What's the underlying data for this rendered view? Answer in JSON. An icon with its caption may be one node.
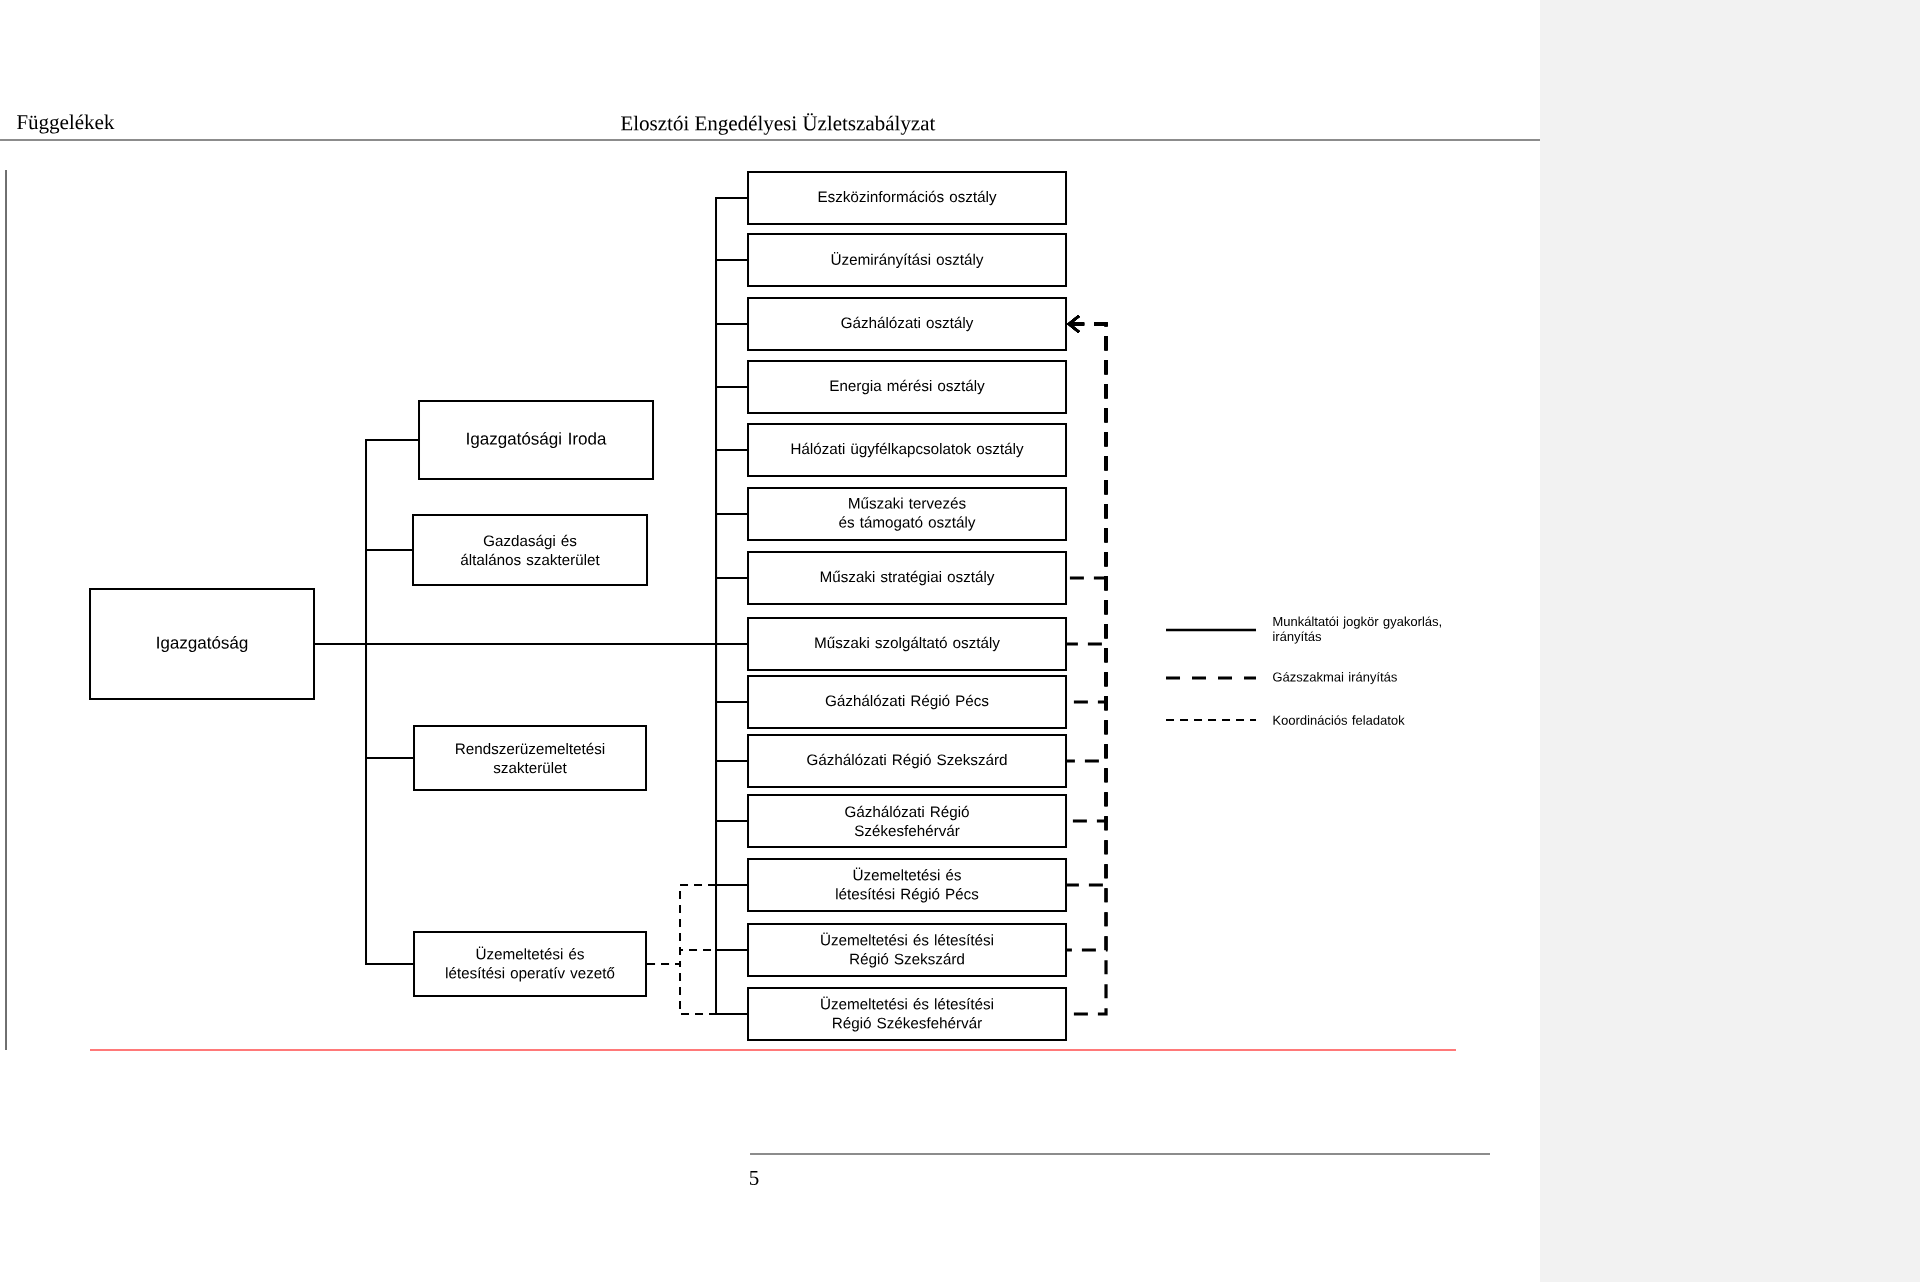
{
  "diagram": {
    "nodes": [
      {
        "text": [
          "Igazgatóság"
        ]
      },
      {
        "text": [
          "Igazgatósági Iroda"
        ]
      },
      {
        "text": [
          "Gazdasági és általános szakterület"
        ]
      },
      {
        "text": [
          "Rendszerüzemeltetési szakterület"
        ]
      },
      {
        "text": [
          "Üzemeltetési és létesítési operatív vezető"
        ]
      },
      {
        "text": [
          "Eszközinformációs osztály"
        ]
      },
      {
        "text": [
          "Üzemirányítási osztály"
        ]
      },
      {
        "text": [
          "Gázhálózati osztály"
        ]
      },
      {
        "text": [
          "Energia mérési osztály"
        ]
      },
      {
        "text": [
          "Hálózati ügyfélkapcsolatok osztály"
        ]
      },
      {
        "text": [
          "Műszaki tervezés és támogató osztály"
        ]
      },
      {
        "text": [
          "Műszaki stratégiai osztály"
        ]
      },
      {
        "text": [
          "Műszaki szolgáltató osztály"
        ]
      },
      {
        "text": [
          "Gázhálózati Régió Pécs"
        ]
      },
      {
        "text": [
          "Gázhálózati Régió Szekszárd"
        ]
      },
      {
        "text": [
          "Gázhálózati Régió Székesfehérvár"
        ]
      },
      {
        "text": [
          "Üzemeltetési és létesítési Régió Pécs"
        ]
      },
      {
        "text": [
          "Üzemeltetési és létesítési Régió Szekszárd"
        ]
      },
      {
        "text": [
          "Üzemeltetési és létesítési Régió Székesfehérvár"
        ]
      }
    ],
    "edges": [
      {
        "from": 0,
        "to": 1,
        "arrow": "none"
      },
      {
        "from": 0,
        "to": 2,
        "arrow": "none"
      },
      {
        "from": 0,
        "to": 3,
        "arrow": "none"
      },
      {
        "from": 0,
        "to": 4,
        "arrow": "none"
      },
      {
        "from": 0,
        "to": 5,
        "arrow": "none"
      },
      {
        "from": 0,
        "to": 6,
        "arrow": "none"
      },
      {
        "from": 0,
        "to": 7,
        "arrow": "none"
      },
      {
        "from": 0,
        "to": 8,
        "arrow": "none"
      },
      {
        "from": 0,
        "to": 9,
        "arrow": "none"
      },
      {
        "from": 0,
        "to": 10,
        "arrow": "none"
      },
      {
        "from": 0,
        "to": 11,
        "arrow": "none"
      },
      {
        "from": 0,
        "to": 12,
        "arrow": "none"
      },
      {
        "from": 0,
        "to": 13,
        "arrow": "none"
      },
      {
        "from": 0,
        "to": 14,
        "arrow": "none"
      },
      {
        "from": 0,
        "to": 15,
        "arrow": "none"
      },
      {
        "from": 0,
        "to": 16,
        "arrow": "none"
      },
      {
        "from": 0,
        "to": 17,
        "arrow": "none"
      },
      {
        "from": 0,
        "to": 18,
        "arrow": "none"
      },
      {
        "from": 11,
        "to": 7,
        "arrow": "to",
        "style": "dashed"
      },
      {
        "from": 12,
        "to": 7,
        "arrow": "to",
        "style": "dashed"
      },
      {
        "from": 13,
        "to": 7,
        "arrow": "to",
        "style": "dashed"
      },
      {
        "from": 14,
        "to": 7,
        "arrow": "to",
        "style": "dashed"
      },
      {
        "from": 15,
        "to": 7,
        "arrow": "to",
        "style": "dashed"
      },
      {
        "from": 16,
        "to": 7,
        "arrow": "to",
        "style": "dashed"
      },
      {
        "from": 17,
        "to": 7,
        "arrow": "to",
        "style": "dashed"
      },
      {
        "from": 18,
        "to": 7,
        "arrow": "to",
        "style": "dashed"
      },
      {
        "from": 4,
        "to": 16,
        "arrow": "none",
        "style": "dashed"
      },
      {
        "from": 4,
        "to": 17,
        "arrow": "none",
        "style": "dashed"
      },
      {
        "from": 4,
        "to": 18,
        "arrow": "none",
        "style": "dashed"
      }
    ],
    "labels": [
      "Függelékek",
      "Elosztói Engedélyesi Üzletszabályzat",
      "5"
    ],
    "legend": [
      {
        "text": "Munkáltatói jogkör gyakorlás, irányítás"
      },
      {
        "text": "Gázszakmai irányítás"
      },
      {
        "text": "Koordinációs feladatok"
      }
    ]
  }
}
